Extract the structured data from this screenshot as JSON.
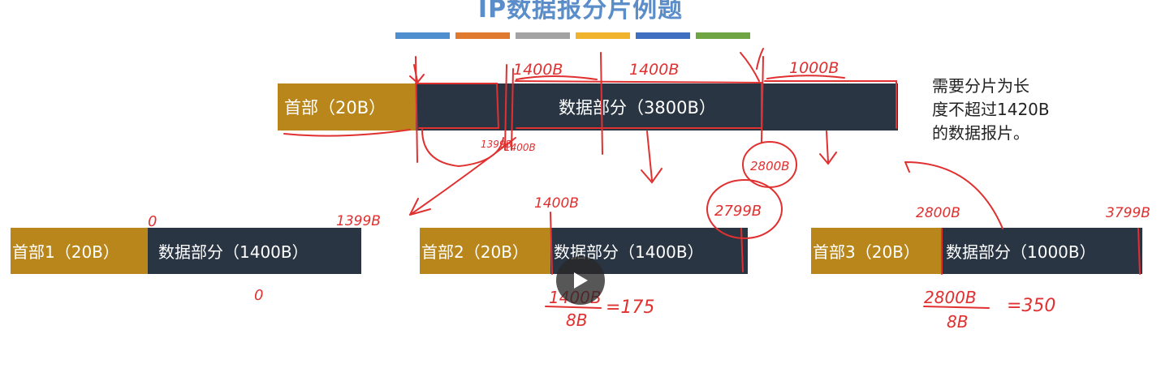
{
  "slide": {
    "title": "IP数据报分片例题",
    "stripe_colors": [
      "#4f8fd0",
      "#e07a2f",
      "#a3a3a3",
      "#f0b32b",
      "#3f6fc0",
      "#6fa542"
    ]
  },
  "original": {
    "header_label": "首部（20B）",
    "data_label": "数据部分（3800B）"
  },
  "fragments": [
    {
      "header_label": "首部1（20B）",
      "data_label": "数据部分（1400B）"
    },
    {
      "header_label": "首部2（20B）",
      "data_label": "数据部分（1400B）"
    },
    {
      "header_label": "首部3（20B）",
      "data_label": "数据部分（1000B）"
    }
  ],
  "note": {
    "line1": "需要分片为长",
    "line2": "度不超过1420B",
    "line3": "的数据报片。"
  },
  "annotations": {
    "a1400_top_1": "1400B",
    "a1400_top_2": "1400B",
    "a1000_top": "1000B",
    "a1399": "1399B",
    "a1400_mid": "1400B",
    "a1399_left": "1399",
    "a1400_left": "1400",
    "a2800": "2800B",
    "a2799": "2799B",
    "a3799": "3799B",
    "a2800_frag": "2800B",
    "zero_top": "0",
    "zero_bottom": "0",
    "a1399_frag1": "1399B",
    "a1400_frag2": "1400B",
    "div1_num": "1400B",
    "div1_den": "8B",
    "div1_res": "=175",
    "div2_num": "2800B",
    "div2_den": "8B",
    "div2_res": "=350"
  },
  "colors": {
    "header_fill": "#b8861b",
    "data_fill": "#2a3543",
    "ink": "#e03030"
  },
  "controls": {
    "play_icon": "play-icon"
  }
}
